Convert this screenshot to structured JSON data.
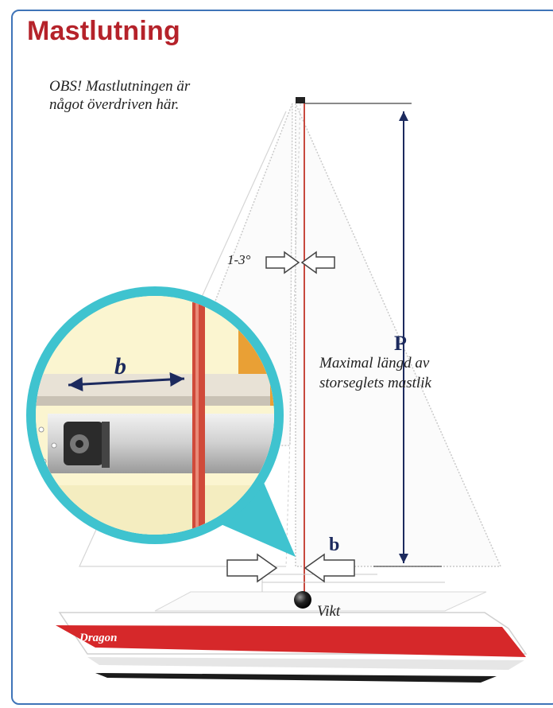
{
  "title": "Mastlutning",
  "note": {
    "line1": "OBS! Mastlutningen är",
    "line2": "något överdriven här."
  },
  "angle_label": "1-3°",
  "p_label": "P",
  "p_caption": {
    "line1": "Maximal längd av",
    "line2": "storseglets mastlik"
  },
  "b_label_zoom": "b",
  "b_label_deck": "b",
  "weight_label": "Vikt",
  "hull_name": "Dragon",
  "colors": {
    "title": "#b5222a",
    "border": "#3f74b8",
    "mast": "#c8493e",
    "stripe": "#cf2a2a",
    "magnifier": "#3fc3cf",
    "arrow": "#1c2a5e"
  }
}
